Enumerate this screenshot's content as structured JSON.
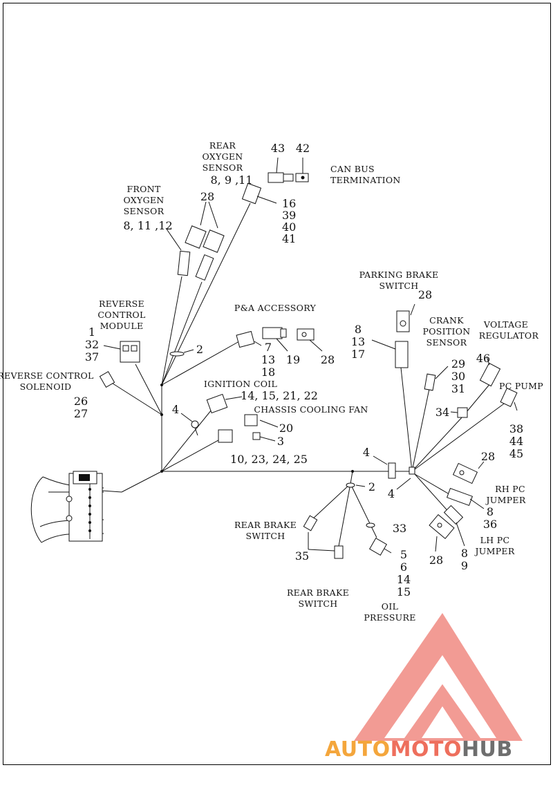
{
  "labels": {
    "rear_oxygen": [
      "REAR",
      "OXYGEN",
      "SENSOR"
    ],
    "front_oxygen": [
      "FRONT",
      "OXYGEN",
      "SENSOR"
    ],
    "can_bus": [
      "CAN BUS",
      "TERMINATION"
    ],
    "reverse_control_module": [
      "REVERSE",
      "CONTROL",
      "MODULE"
    ],
    "reverse_control_solenoid": [
      "REVERSE CONTROL",
      "SOLENOID"
    ],
    "pa_accessory": "P&A ACCESSORY",
    "ignition_coil": "IGNITION COIL",
    "chassis_cooling_fan": "CHASSIS COOLING FAN",
    "parking_brake": [
      "PARKING BRAKE",
      "SWITCH"
    ],
    "crank_position": [
      "CRANK",
      "POSITION",
      "SENSOR"
    ],
    "voltage_regulator": [
      "VOLTAGE",
      "REGULATOR"
    ],
    "pc_pump": "PC PUMP",
    "rh_pc_jumper": [
      "RH PC",
      "JUMPER"
    ],
    "lh_pc_jumper": [
      "LH PC",
      "JUMPER"
    ],
    "rear_brake_upper": [
      "REAR BRAKE",
      "SWITCH"
    ],
    "rear_brake_lower": [
      "REAR BRAKE",
      "SWITCH"
    ],
    "oil_pressure": [
      "OIL",
      "PRESSURE"
    ]
  },
  "callouts": {
    "n43": "43",
    "n42": "42",
    "rear_o2_parts": "8, 9 ,11",
    "rear_o2_side": [
      "16",
      "39",
      "40",
      "41"
    ],
    "n28_front": "28",
    "front_o2_parts": "8, 11 ,12",
    "rcm_parts": [
      "1",
      "32",
      "37"
    ],
    "n2_upper": "2",
    "pa_parts": [
      "7",
      "13",
      "18"
    ],
    "n19": "19",
    "n28_pa": "28",
    "solenoid_parts": [
      "26",
      "27"
    ],
    "n4_left": "4",
    "ign_parts": "14, 15, 21, 22",
    "n20": "20",
    "n3": "3",
    "fan_parts": "10, 23, 24, 25",
    "n28_park": "28",
    "park_parts": [
      "8",
      "13",
      "17"
    ],
    "crank_parts": [
      "29",
      "30",
      "31"
    ],
    "n46": "46",
    "n34": "34",
    "pump_parts": [
      "38",
      "44",
      "45"
    ],
    "n4_mid": "4",
    "n4_low": "4",
    "n28_rh": "28",
    "rh_parts": [
      "8",
      "36"
    ],
    "n2_lower": "2",
    "n33": "33",
    "oil_parts": [
      "5",
      "6",
      "14",
      "15"
    ],
    "n35": "35",
    "lh_parts": [
      "8",
      "9"
    ],
    "n28_lh": "28"
  },
  "logo": {
    "part1": "AUTO",
    "part2": "MOTO",
    "part3": "HUB",
    "color1": "#f4a63c",
    "color2": "#ee6f5d",
    "color3": "#6e6e6e",
    "mark_color": "#f08a82"
  }
}
